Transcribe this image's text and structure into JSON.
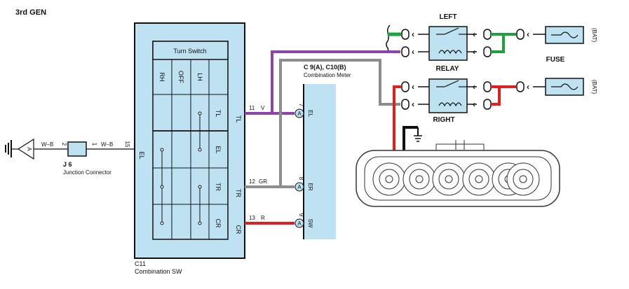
{
  "title": "3rd GEN",
  "combo_sw": {
    "name": "C11",
    "label": "Combination SW",
    "turn_switch": "Turn Switch",
    "columns": [
      "RH",
      "OFF",
      "LH"
    ],
    "rows": [
      "TL",
      "EL",
      "TR",
      "CR"
    ],
    "ext_labels": [
      "TL",
      "TR",
      "CR"
    ],
    "el_label": "EL",
    "pin_el": "15"
  },
  "junction": {
    "name": "J 6",
    "label": "Junction Connector",
    "wire": "W–B",
    "pin_left": "2",
    "pin_right": "1"
  },
  "ground_symbol_label": "A",
  "wires": {
    "tl": {
      "pin": "11",
      "color_code": "V",
      "meter_pin": "7",
      "meter_label": "EL",
      "conn": "A"
    },
    "tr": {
      "pin": "12",
      "color_code": "GR",
      "meter_pin": "8",
      "meter_label": "ER",
      "conn": "A"
    },
    "cr": {
      "pin": "13",
      "color_code": "R",
      "meter_pin": "9",
      "meter_label": "SW",
      "conn": "A"
    }
  },
  "meter": {
    "name": "C 9(A), C10(B)",
    "label": "Combination Meter"
  },
  "relays": {
    "left": "LEFT",
    "relay": "RELAY",
    "right": "RIGHT",
    "fuse": "FUSE",
    "bat": "(BAT)"
  },
  "colors": {
    "purple": "#8e44ad",
    "gray": "#8c8c8c",
    "red": "#e02020",
    "green": "#1aa33a",
    "panel": "#bfe2f3"
  }
}
